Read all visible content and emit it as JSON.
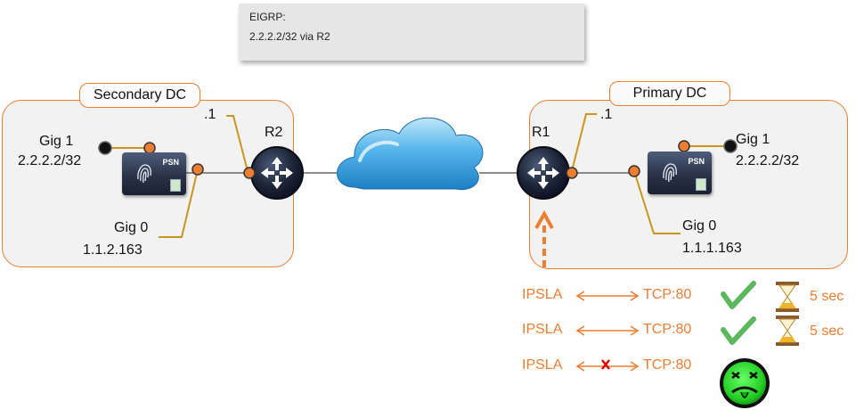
{
  "eigrp_box": {
    "line1": "EIGRP:",
    "line2": "2.2.2.2/32 via R2"
  },
  "secondary_dc": {
    "label": "Secondary DC",
    "router_name": "R2",
    "router_if": ".1",
    "gig1_label": "Gig 1",
    "gig1_ip": "2.2.2.2/32",
    "gig0_label": "Gig 0",
    "gig0_ip": "1.1.2.163",
    "psn_label": "PSN"
  },
  "primary_dc": {
    "label": "Primary DC",
    "router_name": "R1",
    "router_if": ".1",
    "gig1_label": "Gig 1",
    "gig1_ip": "2.2.2.2/32",
    "gig0_label": "Gig 0",
    "gig0_ip": "1.1.1.163",
    "psn_label": "PSN"
  },
  "ipsla_rows": [
    {
      "left": "IPSLA",
      "right": "TCP:80",
      "status": "ok",
      "timer": "5 sec"
    },
    {
      "left": "IPSLA",
      "right": "TCP:80",
      "status": "ok",
      "timer": "5 sec"
    },
    {
      "left": "IPSLA",
      "right": "TCP:80",
      "status": "fail",
      "timer": ""
    }
  ],
  "colors": {
    "orange": "#ed7d31",
    "link": "#c8961e",
    "cloud": "#3aa0dc",
    "check": "#5cb85c",
    "fail_face": "#33dd33"
  }
}
